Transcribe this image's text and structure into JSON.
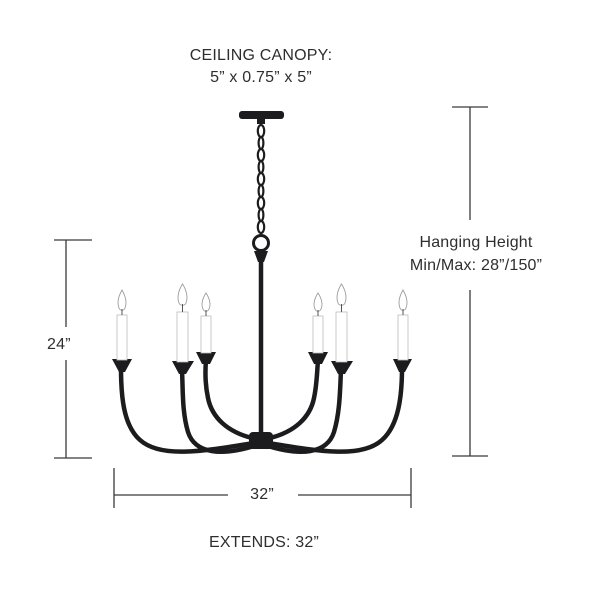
{
  "canopy": {
    "title": "CEILING CANOPY:",
    "size": "5” x 0.75” x 5”"
  },
  "hanging_height": {
    "title": "Hanging Height",
    "value": "Min/Max: 28”/150”"
  },
  "height_dimension": "24”",
  "width_dimension": "32”",
  "extends": "EXTENDS: 32”",
  "colors": {
    "fixture": "#1c1c1e",
    "dimension_lines": "#3a3a3a",
    "text": "#2e2e2e",
    "candle": "#ffffff"
  }
}
